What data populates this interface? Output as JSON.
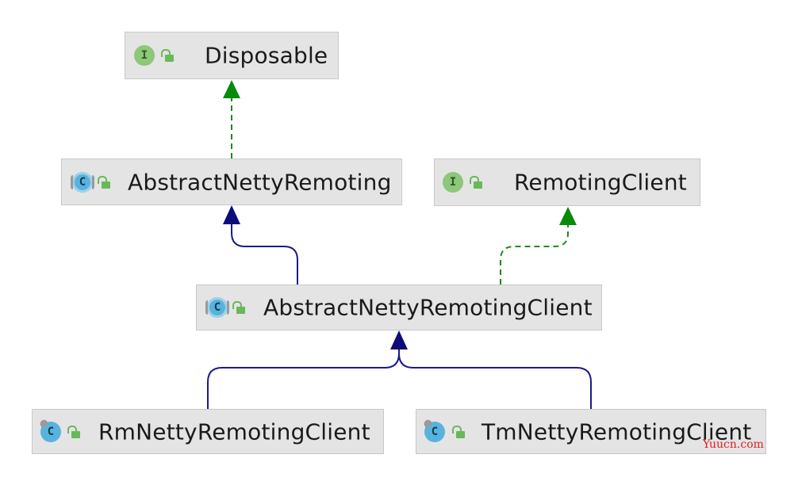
{
  "diagram": {
    "nodes": [
      {
        "id": "disposable",
        "label": "Disposable",
        "kind": "interface",
        "badge": "I"
      },
      {
        "id": "abstract-netty-remoting",
        "label": "AbstractNettyRemoting",
        "kind": "abstract-class",
        "badge": "C"
      },
      {
        "id": "remoting-client",
        "label": "RemotingClient",
        "kind": "interface",
        "badge": "I"
      },
      {
        "id": "abstract-netty-remoting-client",
        "label": "AbstractNettyRemotingClient",
        "kind": "abstract-class",
        "badge": "C"
      },
      {
        "id": "rm-netty-remoting-client",
        "label": "RmNettyRemotingClient",
        "kind": "final-class",
        "badge": "C"
      },
      {
        "id": "tm-netty-remoting-client",
        "label": "TmNettyRemotingClient",
        "kind": "final-class",
        "badge": "C"
      }
    ],
    "edges": [
      {
        "from": "abstract-netty-remoting",
        "to": "disposable",
        "relation": "implements"
      },
      {
        "from": "abstract-netty-remoting-client",
        "to": "abstract-netty-remoting",
        "relation": "extends"
      },
      {
        "from": "abstract-netty-remoting-client",
        "to": "remoting-client",
        "relation": "implements"
      },
      {
        "from": "rm-netty-remoting-client",
        "to": "abstract-netty-remoting-client",
        "relation": "extends"
      },
      {
        "from": "tm-netty-remoting-client",
        "to": "abstract-netty-remoting-client",
        "relation": "extends"
      }
    ],
    "colors": {
      "extends": "#1a1a8c",
      "implements": "#1e8a1e",
      "node_fill": "#e4e4e4",
      "interface_badge": "#8dc77a",
      "class_badge": "#58b3dc",
      "visibility_lock": "#69b859"
    }
  },
  "watermark": "Yuucn.com"
}
